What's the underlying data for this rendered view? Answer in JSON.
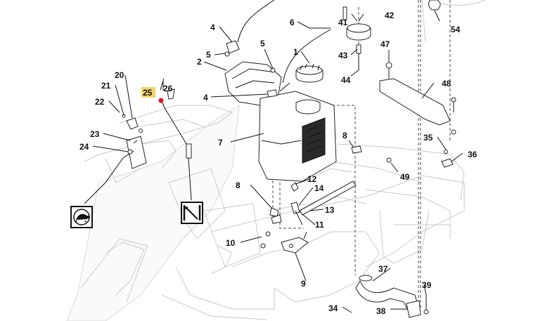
{
  "diagram": {
    "highlight_color": "#f2d468",
    "marker_color": "#e0102a",
    "callouts": [
      {
        "id": "c1",
        "text": "1"
      },
      {
        "id": "c2",
        "text": "2"
      },
      {
        "id": "c4a",
        "text": "4"
      },
      {
        "id": "c4b",
        "text": "4"
      },
      {
        "id": "c5a",
        "text": "5"
      },
      {
        "id": "c5b",
        "text": "5"
      },
      {
        "id": "c6",
        "text": "6"
      },
      {
        "id": "c7",
        "text": "7"
      },
      {
        "id": "c8a",
        "text": "8"
      },
      {
        "id": "c8b",
        "text": "8"
      },
      {
        "id": "c9",
        "text": "9"
      },
      {
        "id": "c10",
        "text": "10"
      },
      {
        "id": "c11",
        "text": "11"
      },
      {
        "id": "c12",
        "text": "12"
      },
      {
        "id": "c13",
        "text": "13"
      },
      {
        "id": "c14",
        "text": "14"
      },
      {
        "id": "c20",
        "text": "20"
      },
      {
        "id": "c21",
        "text": "21"
      },
      {
        "id": "c22",
        "text": "22"
      },
      {
        "id": "c23",
        "text": "23"
      },
      {
        "id": "c24",
        "text": "24"
      },
      {
        "id": "c25",
        "text": "25"
      },
      {
        "id": "c26",
        "text": "26"
      },
      {
        "id": "c34",
        "text": "34"
      },
      {
        "id": "c35",
        "text": "35"
      },
      {
        "id": "c36",
        "text": "36"
      },
      {
        "id": "c37",
        "text": "37"
      },
      {
        "id": "c38",
        "text": "38"
      },
      {
        "id": "c39",
        "text": "39"
      },
      {
        "id": "c41",
        "text": "41"
      },
      {
        "id": "c42",
        "text": "42"
      },
      {
        "id": "c43",
        "text": "43"
      },
      {
        "id": "c44",
        "text": "44"
      },
      {
        "id": "c47",
        "text": "47"
      },
      {
        "id": "c48",
        "text": "48"
      },
      {
        "id": "c49",
        "text": "49"
      },
      {
        "id": "c54",
        "text": "54"
      }
    ],
    "icons": [
      "turtle-slow-speed-icon",
      "throttle-lever-icon"
    ]
  }
}
